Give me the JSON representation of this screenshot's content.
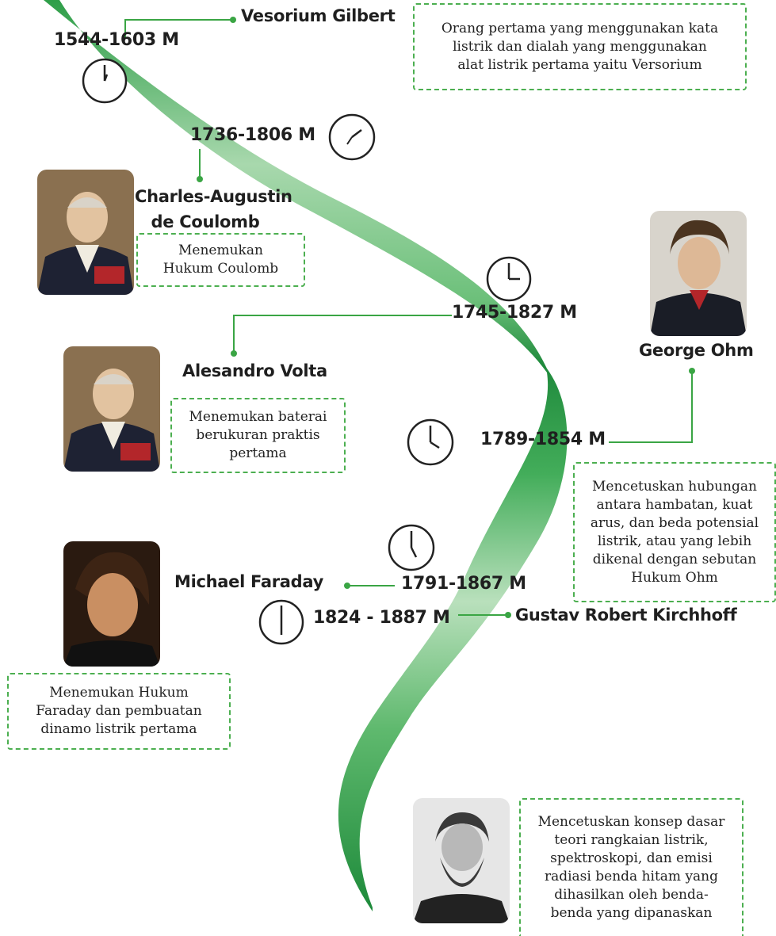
{
  "colors": {
    "ribbon": "#2e9e48",
    "connector": "#3aa544",
    "dash_border": "#4caf50"
  },
  "timeline": [
    {
      "years": "1544-1603 M",
      "name": "Vesorium Gilbert",
      "description": [
        "Orang pertama yang menggunakan kata",
        "listrik dan dialah yang menggunakan",
        "alat listrik pertama yaitu Versorium"
      ],
      "icon": "clock-icon"
    },
    {
      "years": "1736-1806 M",
      "name_lines": [
        "Charles-Augustin",
        "de Coulomb"
      ],
      "description": [
        "Menemukan",
        "Hukum Coulomb"
      ],
      "icon": "clock-icon",
      "portrait": "portrait-coulomb"
    },
    {
      "years": "1745-1827 M",
      "name": "Alesandro Volta",
      "description": [
        "Menemukan baterai",
        "berukuran praktis",
        "pertama"
      ],
      "icon": "clock-icon",
      "portrait": "portrait-volta"
    },
    {
      "years": "1789-1854 M",
      "name": "George Ohm",
      "description": [
        "Mencetuskan hubungan",
        "antara hambatan, kuat",
        "arus, dan beda potensial",
        "listrik, atau yang lebih",
        "dikenal dengan sebutan",
        "Hukum Ohm"
      ],
      "icon": "clock-icon",
      "portrait": "portrait-ohm"
    },
    {
      "years": "1791-1867 M",
      "name": "Michael Faraday",
      "description": [
        "Menemukan Hukum",
        "Faraday dan pembuatan",
        "dinamo listrik pertama"
      ],
      "icon": "clock-icon",
      "portrait": "portrait-faraday"
    },
    {
      "years": "1824 - 1887 M",
      "name": "Gustav Robert Kirchhoff",
      "description": [
        "Mencetuskan konsep dasar",
        "teori rangkaian listrik,",
        "spektroskopi, dan emisi",
        "radiasi benda hitam yang",
        "dihasilkan oleh benda-",
        "benda yang dipanaskan"
      ],
      "icon": "clock-icon",
      "portrait": "portrait-kirchhoff"
    }
  ]
}
